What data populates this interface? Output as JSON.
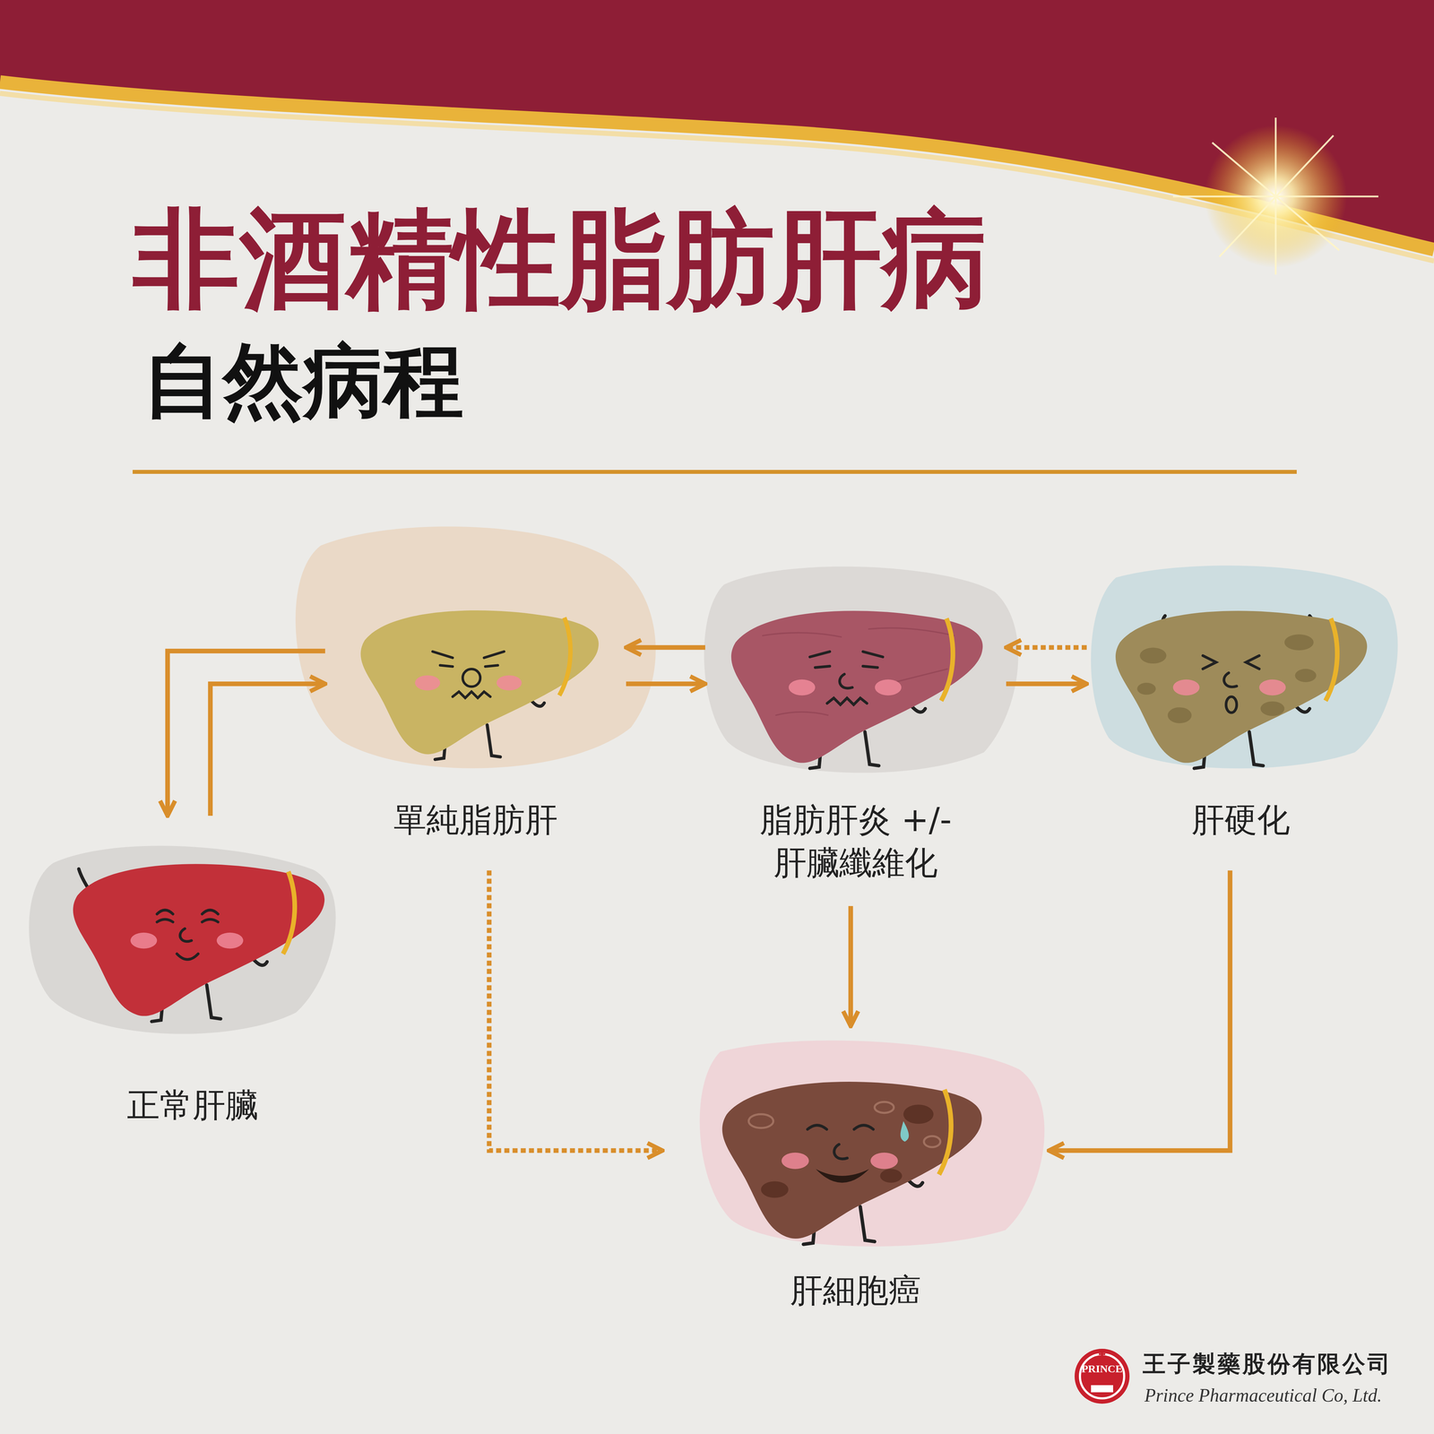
{
  "diagram": {
    "title": "非酒精性脂肪肝病",
    "nodes": [
      {
        "text": [
          "單純脂肪肝"
        ]
      },
      {
        "text": [
          "脂肪肝炎 +/- 肝臟纖維化"
        ]
      },
      {
        "text": [
          "肝硬化"
        ]
      },
      {
        "text": [
          "正常肝臟"
        ]
      },
      {
        "text": [
          "肝細胞癌"
        ]
      }
    ],
    "edges": [
      {
        "from": 0,
        "to": 3,
        "arrow": "to"
      },
      {
        "from": 3,
        "to": 0,
        "arrow": "to"
      },
      {
        "from": 1,
        "to": 0,
        "arrow": "to"
      },
      {
        "from": 0,
        "to": 1,
        "arrow": "to"
      },
      {
        "from": 2,
        "to": 1,
        "arrow": "to"
      },
      {
        "from": 1,
        "to": 2,
        "arrow": "to"
      },
      {
        "from": 0,
        "to": 4,
        "arrow": "to"
      },
      {
        "from": 1,
        "to": 4,
        "arrow": "to"
      },
      {
        "from": 2,
        "to": 4,
        "arrow": "to"
      }
    ],
    "labels": [
      "自然病程",
      "PRINCE",
      "王子製藥股份有限公司",
      "Prince Pharmaceutical Co, Ltd."
    ]
  }
}
